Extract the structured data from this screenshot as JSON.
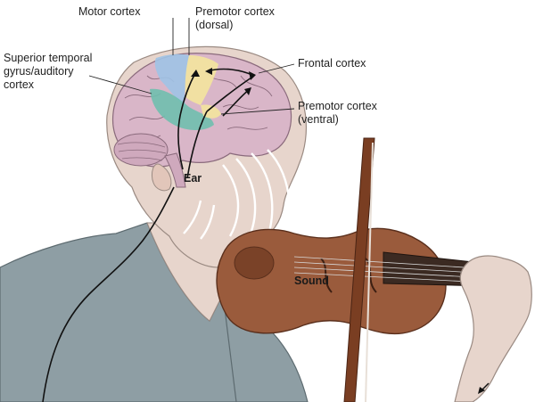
{
  "labels": {
    "motor_cortex": "Motor cortex",
    "premotor_dorsal_line1": "Premotor cortex",
    "premotor_dorsal_line2": "(dorsal)",
    "superior_temporal_line1": "Superior temporal",
    "superior_temporal_line2": "gyrus/auditory",
    "superior_temporal_line3": "cortex",
    "frontal_cortex": "Frontal cortex",
    "premotor_ventral_line1": "Premotor cortex",
    "premotor_ventral_line2": "(ventral)",
    "ear": "Ear",
    "sound": "Sound"
  },
  "colors": {
    "skin": "#e7d5cc",
    "shirt": "#8e9ea4",
    "brain": "#d9b6c8",
    "motor": "#9ec3e6",
    "premotor_dorsal": "#f2e3a0",
    "auditory": "#6fbfae",
    "violin": "#9a5b3c",
    "bow": "#7a3e22"
  }
}
